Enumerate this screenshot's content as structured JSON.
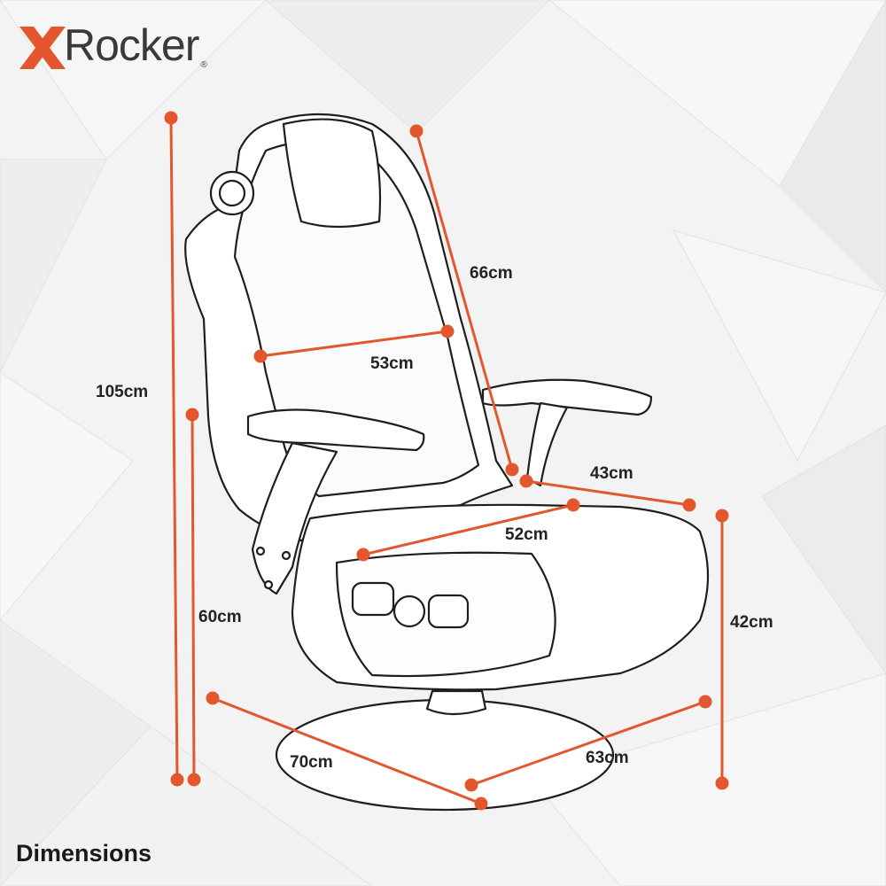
{
  "brand": {
    "name": "Rocker",
    "registered_mark": "®",
    "accent_color": "#e4572e"
  },
  "dimensions": {
    "overall_height": "105cm",
    "back_height": "60cm",
    "back_length": "66cm",
    "back_width": "53cm",
    "seat_depth": "43cm",
    "seat_width": "52cm",
    "seat_height": "42cm",
    "base_length": "70cm",
    "base_width": "63cm"
  },
  "caption": "Dimensions"
}
